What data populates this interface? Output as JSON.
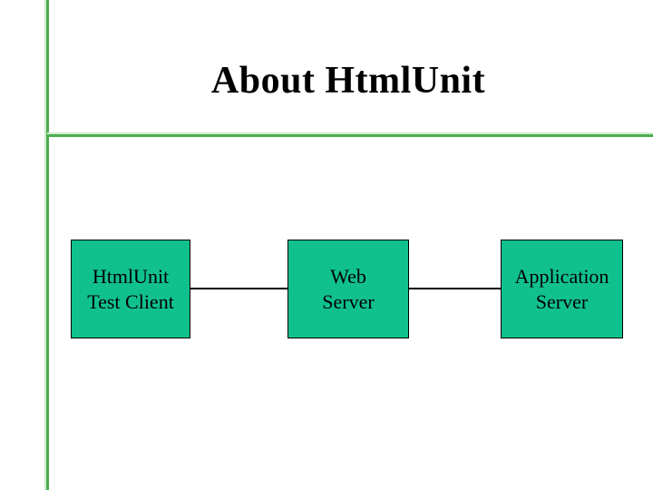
{
  "slide": {
    "title": "About HtmlUnit",
    "background_color": "#ffffff"
  },
  "accent": {
    "line_color": "#4cae4f",
    "line_highlight_color": "#cdeccd"
  },
  "diagram": {
    "node_fill_color": "#10c18e",
    "node_border_color": "#000000",
    "text_color": "#000000",
    "nodes": [
      {
        "line1": "HtmlUnit",
        "line2": "Test Client"
      },
      {
        "line1": "Web",
        "line2": "Server"
      },
      {
        "line1": "Application",
        "line2": "Server"
      }
    ],
    "connections": [
      {
        "from": 0,
        "to": 1
      },
      {
        "from": 1,
        "to": 2
      }
    ]
  }
}
